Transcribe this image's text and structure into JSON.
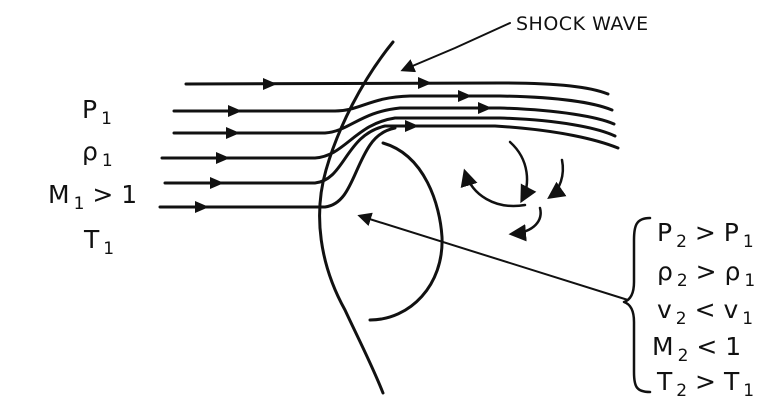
{
  "shock_label": "SHOCK WAVE",
  "upstream": [
    {
      "base": "P",
      "sub": "1",
      "rest": ""
    },
    {
      "base": "ρ",
      "sub": "1",
      "rest": ""
    },
    {
      "base": "M",
      "sub": "1",
      "rest": " > 1"
    },
    {
      "base": "T",
      "sub": "1",
      "rest": ""
    }
  ],
  "downstream": [
    {
      "base": "P",
      "sub": "2",
      "rest": " > P",
      "sub2": "1"
    },
    {
      "base": "ρ",
      "sub": "2",
      "rest": " > ρ",
      "sub2": "1"
    },
    {
      "base": "v",
      "sub": "2",
      "rest": " < v",
      "sub2": "1"
    },
    {
      "base": "M",
      "sub": "2",
      "rest": " < 1",
      "sub2": ""
    },
    {
      "base": "T",
      "sub": "2",
      "rest": " > T",
      "sub2": "1"
    }
  ],
  "colors": {
    "ink": "#111111",
    "background": "#ffffff"
  }
}
